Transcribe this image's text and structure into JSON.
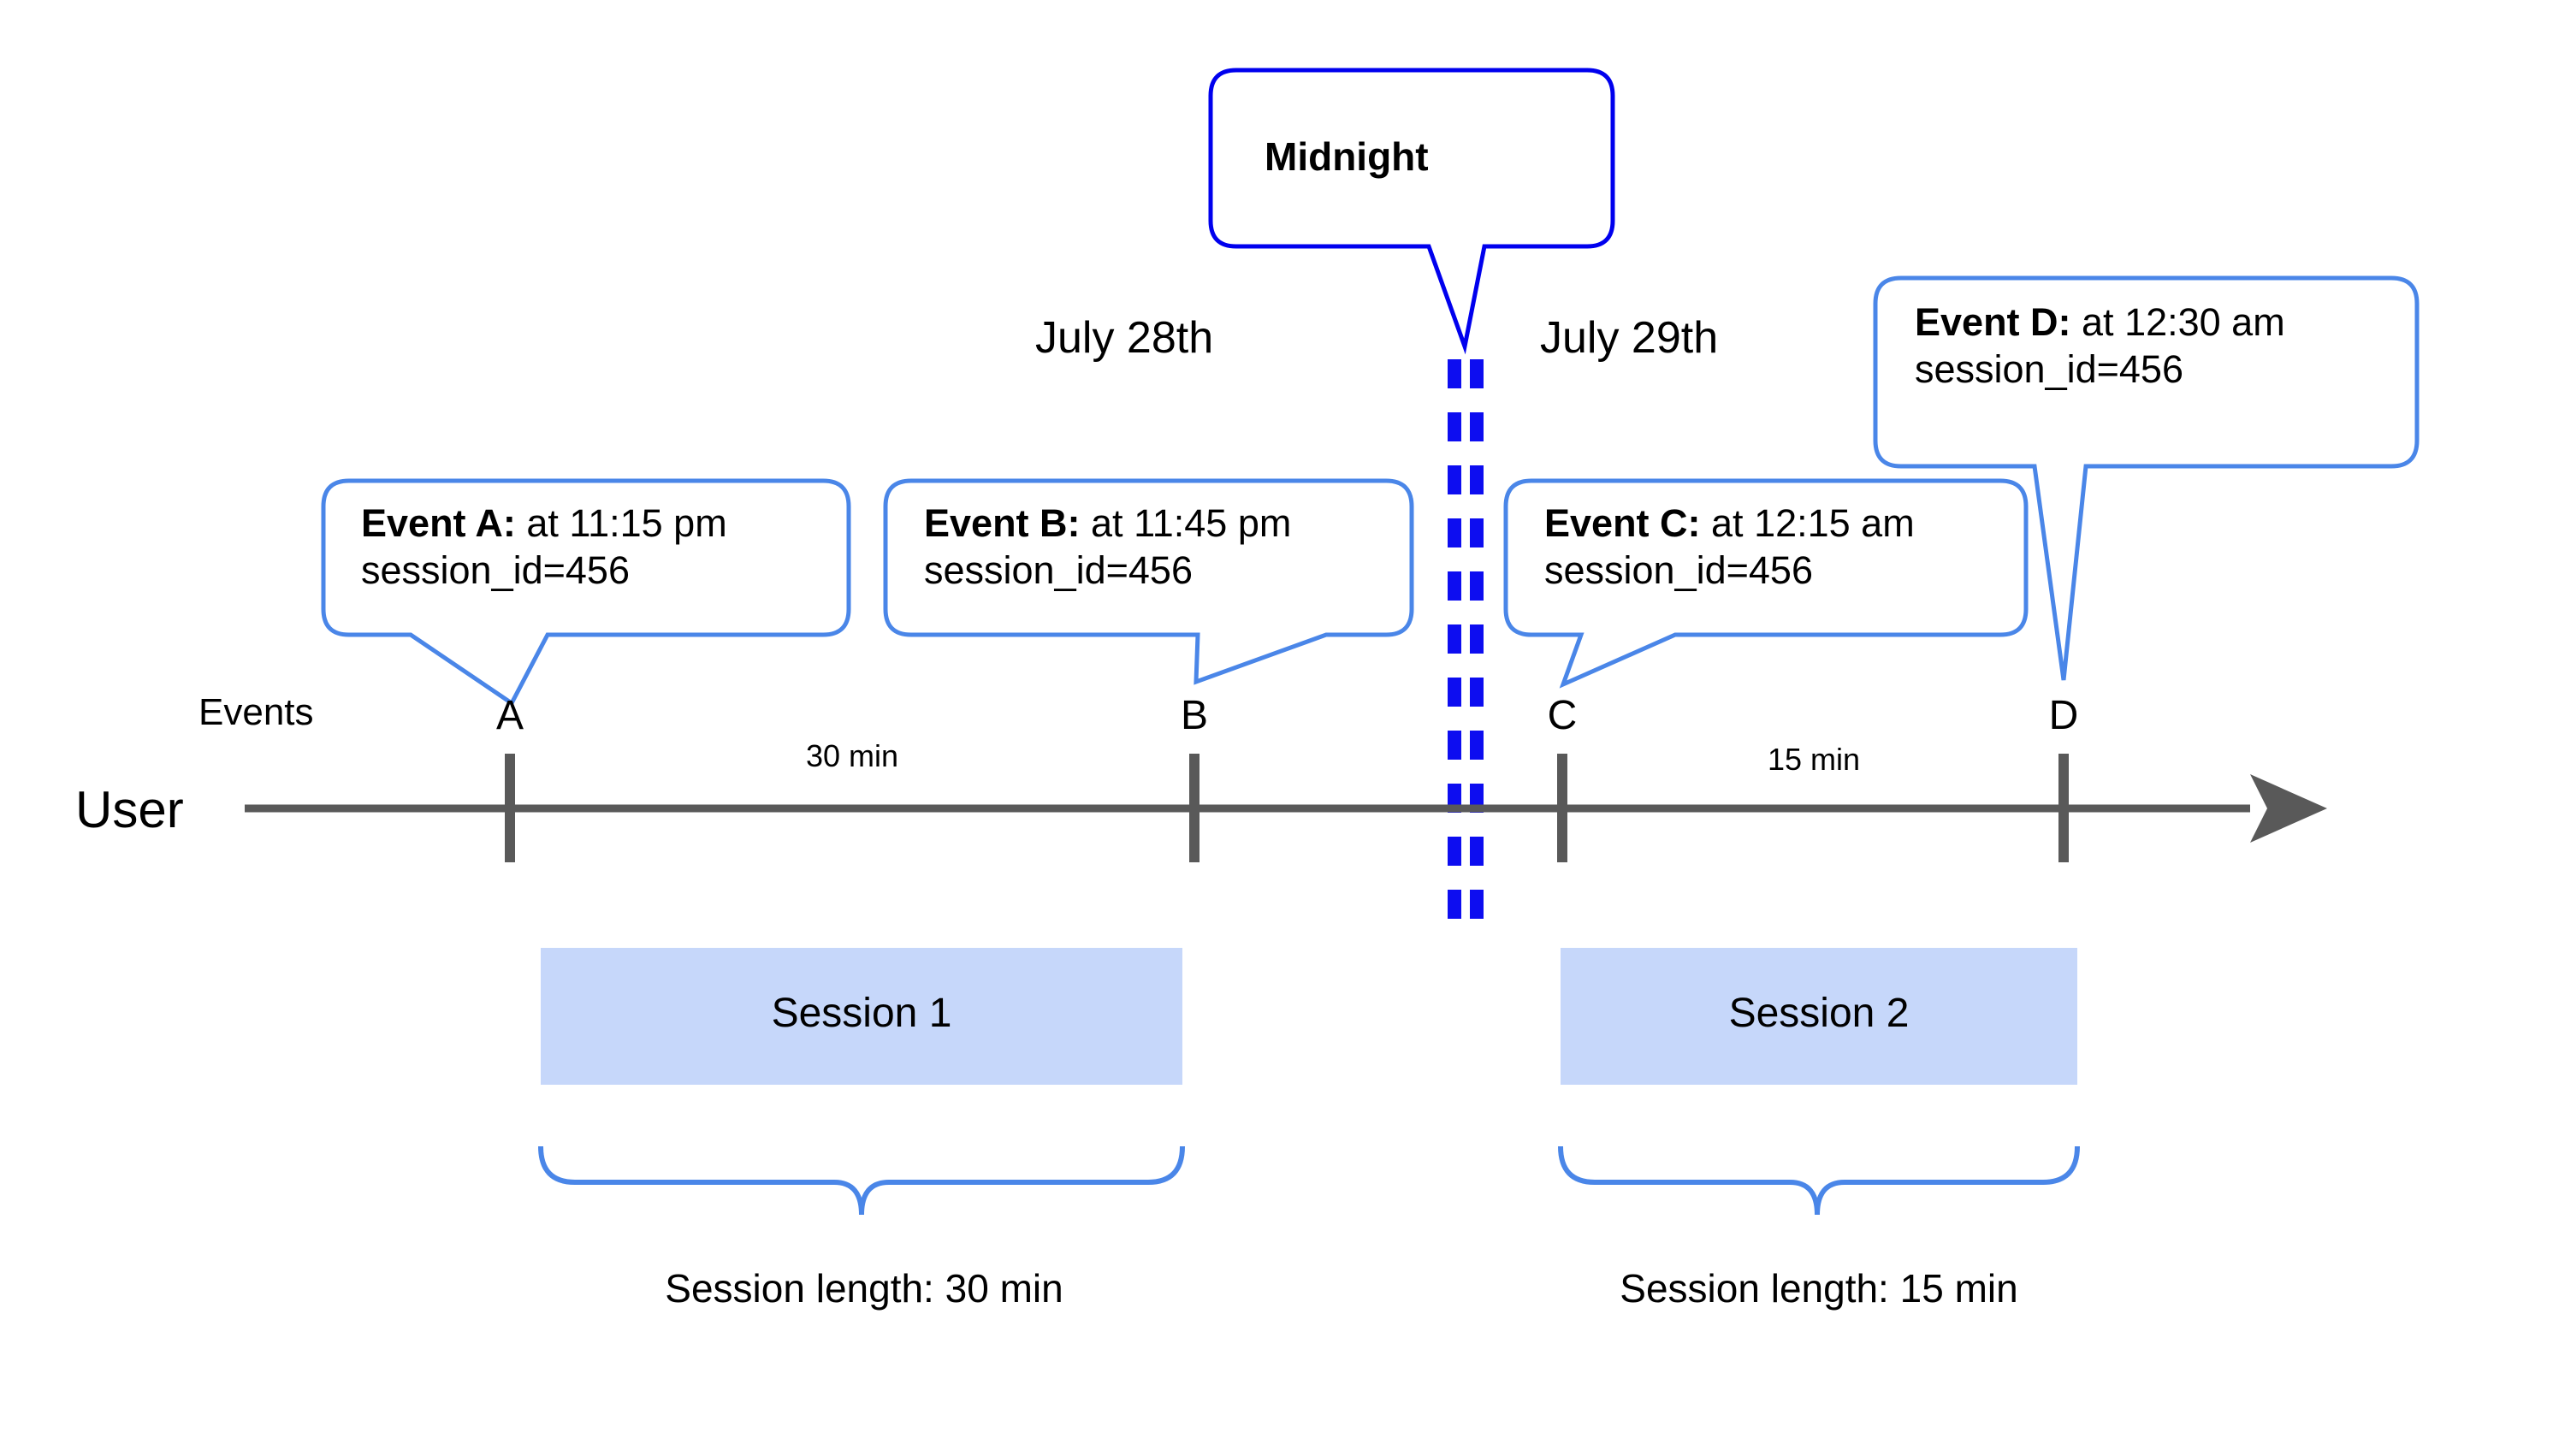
{
  "diagram": {
    "title_hidden": "",
    "colors": {
      "callout_border": "#4a86e8",
      "midnight_border": "#0000ee",
      "midnight_dash": "#0d0df0",
      "axis": "#595959",
      "session_fill": "#c6d7fa",
      "brace": "#4a86e8",
      "text": "#000000"
    },
    "axis": {
      "row_label": "User",
      "events_label": "Events"
    },
    "dates": [
      {
        "label": "July 28th"
      },
      {
        "label": "July 29th"
      }
    ],
    "midnight": {
      "label": "Midnight"
    },
    "events": [
      {
        "letter": "A",
        "lead": "Event A:",
        "detail": " at 11:15 pm",
        "line2": "session_id=456"
      },
      {
        "letter": "B",
        "lead": "Event B:",
        "detail": " at 11:45 pm",
        "line2": "session_id=456"
      },
      {
        "letter": "C",
        "lead": "Event C:",
        "detail": " at 12:15 am",
        "line2": "session_id=456"
      },
      {
        "letter": "D",
        "lead": "Event D:",
        "detail": " at 12:30 am",
        "line2": "session_id=456"
      }
    ],
    "gaps": [
      {
        "label": "30 min"
      },
      {
        "label": "15 min"
      }
    ],
    "sessions": [
      {
        "label": "Session 1",
        "length_label": "Session length: 30 min"
      },
      {
        "label": "Session 2",
        "length_label": "Session length: 15 min"
      }
    ]
  },
  "chart_data": {
    "type": "timeline",
    "title": "User session splitting at midnight",
    "axis_label": "User",
    "series_label": "Events",
    "day_boundary": {
      "label": "Midnight",
      "before": "July 28th",
      "after": "July 29th"
    },
    "events": [
      {
        "name": "A",
        "time": "11:15 pm",
        "day": "July 28th",
        "session_id": 456
      },
      {
        "name": "B",
        "time": "11:45 pm",
        "day": "July 28th",
        "session_id": 456
      },
      {
        "name": "C",
        "time": "12:15 am",
        "day": "July 29th",
        "session_id": 456
      },
      {
        "name": "D",
        "time": "12:30 am",
        "day": "July 29th",
        "session_id": 456
      }
    ],
    "intervals": [
      {
        "from": "A",
        "to": "B",
        "duration_min": 30
      },
      {
        "from": "C",
        "to": "D",
        "duration_min": 15
      }
    ],
    "sessions": [
      {
        "name": "Session 1",
        "events": [
          "A",
          "B"
        ],
        "length_min": 30
      },
      {
        "name": "Session 2",
        "events": [
          "C",
          "D"
        ],
        "length_min": 15
      }
    ]
  }
}
